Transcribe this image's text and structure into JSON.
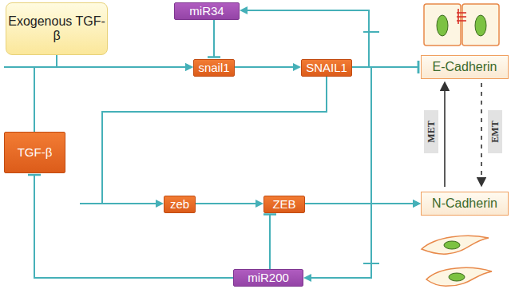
{
  "diagram": {
    "nodes": [
      {
        "text": [
          "Exogenous TGF-β"
        ]
      },
      {
        "text": [
          "miR34"
        ]
      },
      {
        "text": [
          "snail1"
        ]
      },
      {
        "text": [
          "SNAIL1"
        ]
      },
      {
        "text": [
          "E-Cadherin"
        ]
      },
      {
        "text": [
          "TGF-β"
        ]
      },
      {
        "text": [
          "zeb"
        ]
      },
      {
        "text": [
          "ZEB"
        ]
      },
      {
        "text": [
          "N-Cadherin"
        ]
      },
      {
        "text": [
          "miR200"
        ]
      }
    ],
    "edges": [
      {
        "from": 0,
        "to": 2,
        "arrow": "to"
      },
      {
        "from": 5,
        "to": 2,
        "arrow": "to"
      },
      {
        "from": 2,
        "to": 3,
        "arrow": "to"
      },
      {
        "from": 1,
        "to": 2,
        "arrow": "to"
      },
      {
        "from": 3,
        "to": 1,
        "arrow": "to"
      },
      {
        "from": 3,
        "to": 4,
        "arrow": "to"
      },
      {
        "from": 3,
        "to": 6,
        "arrow": "to"
      },
      {
        "from": 6,
        "to": 7,
        "arrow": "to"
      },
      {
        "from": 9,
        "to": 7,
        "arrow": "to"
      },
      {
        "from": 7,
        "to": 8,
        "arrow": "to"
      },
      {
        "from": 3,
        "to": 8,
        "arrow": "to"
      },
      {
        "from": 7,
        "to": 4,
        "arrow": "to"
      },
      {
        "from": 7,
        "to": 9,
        "arrow": "to"
      },
      {
        "from": 9,
        "to": 5,
        "arrow": "to"
      }
    ],
    "labels": [
      "MET",
      "EMT"
    ]
  }
}
